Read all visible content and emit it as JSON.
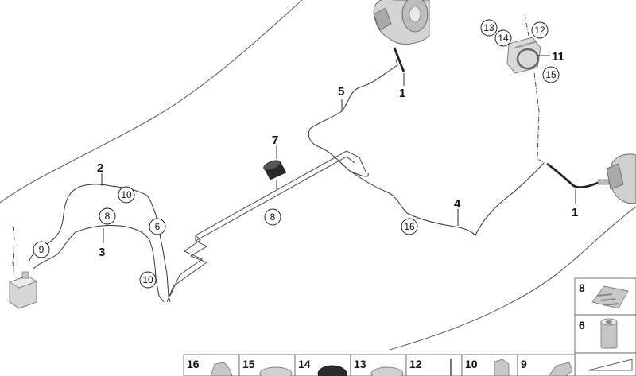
{
  "diagram": {
    "labels": {
      "pipe_1_rear_top": "1",
      "pipe_1_rear_right": "1",
      "pipe_2": "2",
      "pipe_3": "3",
      "pipe_4": "4",
      "pipe_5": "5",
      "sleeve_7": "7",
      "sensor_11": "11"
    },
    "callouts": {
      "c13": "13",
      "c14": "14",
      "c12": "12",
      "c15": "15",
      "c10a": "10",
      "c8a": "8",
      "c6": "6",
      "c9": "9",
      "c10b": "10",
      "c8b": "8",
      "c16": "16"
    }
  },
  "parts_panel": {
    "side": [
      "8",
      "6"
    ],
    "bottom": [
      "16",
      "15",
      "14",
      "13",
      "12",
      "10",
      "9"
    ]
  }
}
